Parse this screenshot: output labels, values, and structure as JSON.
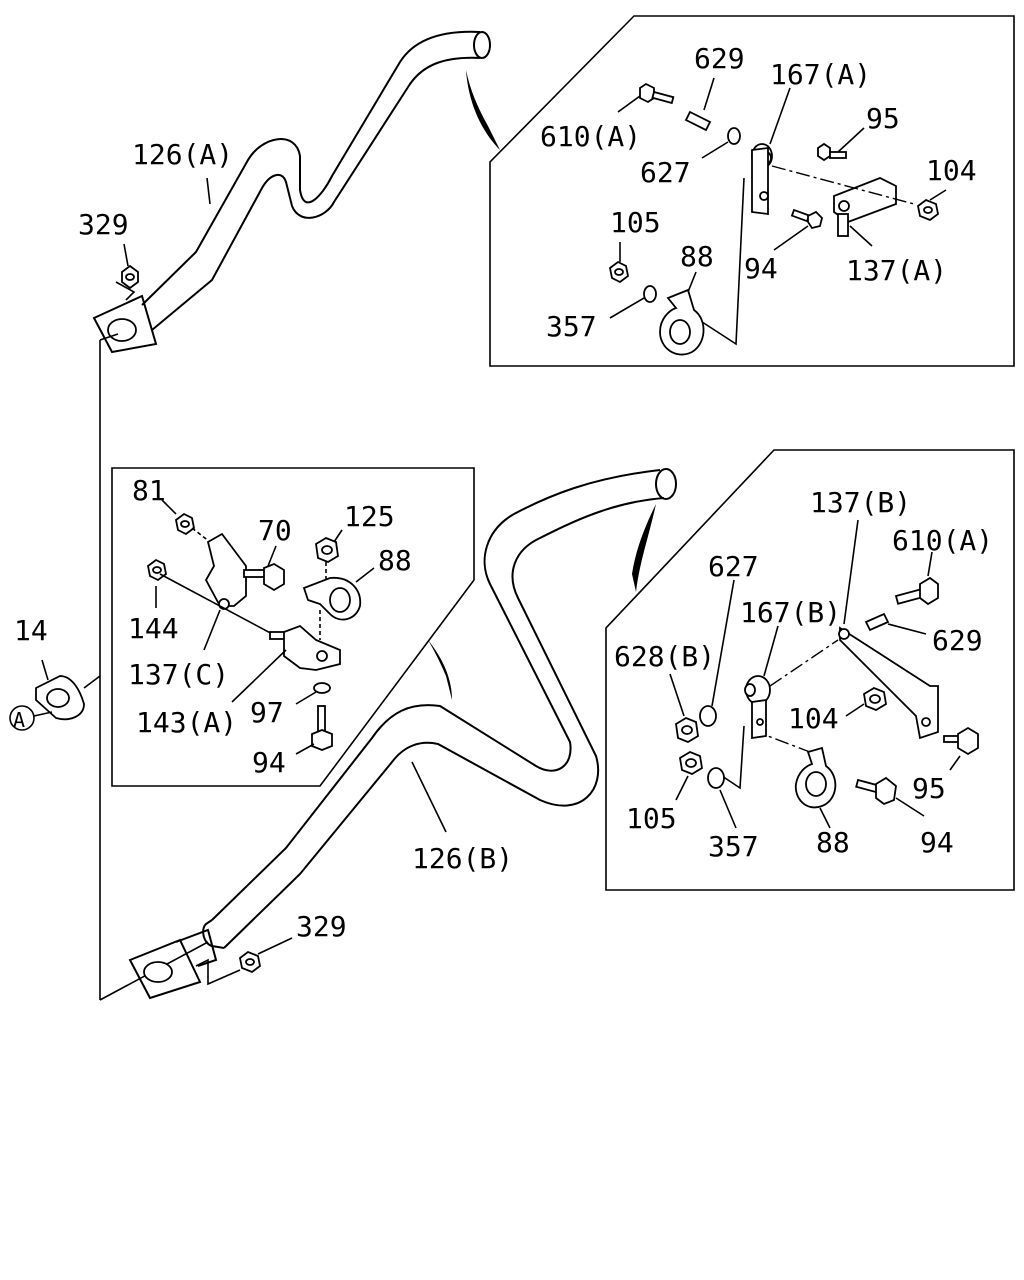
{
  "labels": {
    "p126a": "126(A)",
    "p329_top": "329",
    "p14": "14",
    "pA": "A",
    "p629_top": "629",
    "p610a_top": "610(A)",
    "p167a": "167(A)",
    "p95_top": "95",
    "p627_top": "627",
    "p104_top": "104",
    "p105_top": "105",
    "p88_top": "88",
    "p94_top": "94",
    "p137a": "137(A)",
    "p357_top": "357",
    "p81": "81",
    "p70": "70",
    "p125": "125",
    "p88_mid": "88",
    "p144": "144",
    "p137c": "137(C)",
    "p143a": "143(A)",
    "p97": "97",
    "p94_mid": "94",
    "p137b": "137(B)",
    "p610a_right": "610(A)",
    "p627_right": "627",
    "p167b": "167(B)",
    "p629_right": "629",
    "p628b": "628(B)",
    "p104_right": "104",
    "p95_right": "95",
    "p105_right": "105",
    "p357_right": "357",
    "p88_right": "88",
    "p94_right": "94",
    "p126b": "126(B)",
    "p329_bottom": "329"
  }
}
